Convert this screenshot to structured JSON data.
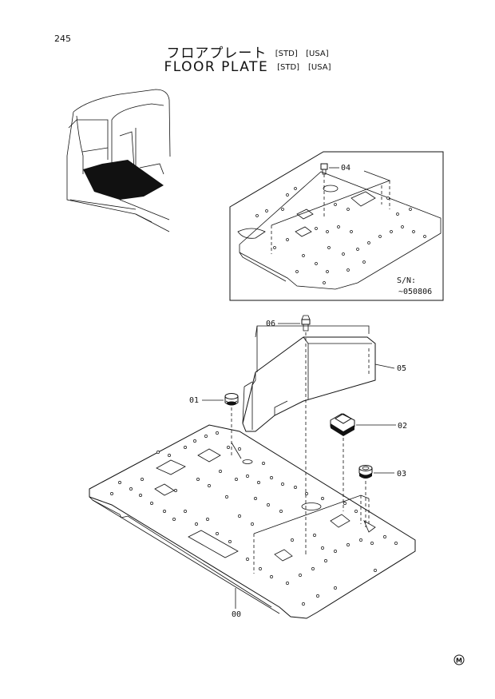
{
  "page_number": "245",
  "title": {
    "japanese": "フロアプレート",
    "english": "FLOOR PLATE",
    "tags": [
      "[STD]",
      "[USA]"
    ]
  },
  "inset": {
    "part_label": "04",
    "serial_label": "S/N:",
    "serial_value": "~050806"
  },
  "callouts": [
    {
      "label": "00"
    },
    {
      "label": "01"
    },
    {
      "label": "02"
    },
    {
      "label": "03"
    },
    {
      "label": "05"
    },
    {
      "label": "06"
    }
  ],
  "footer_mark": "M"
}
